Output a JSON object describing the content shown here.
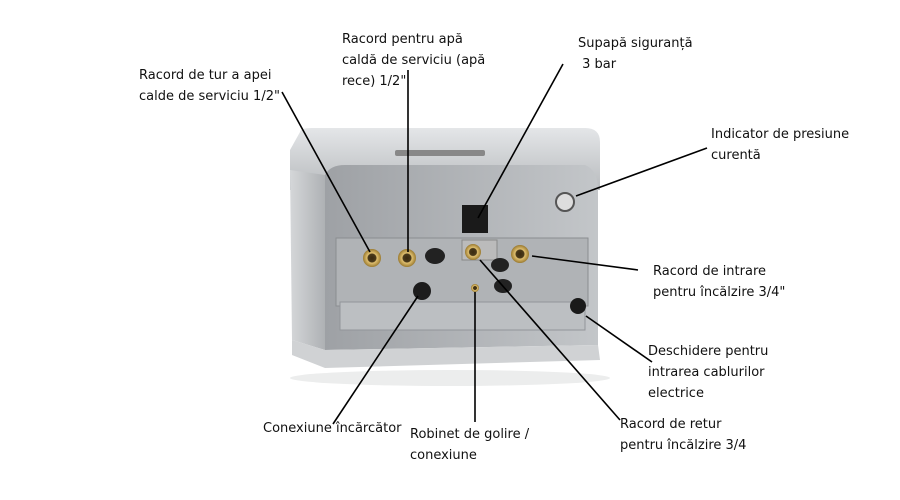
{
  "labels": {
    "flow_dhw": "Racord de tur a apei\ncalde de serviciu 1/2\"",
    "dhw_cold": "Racord pentru apă\ncaldă de serviciu (apă\nrece) 1/2\"",
    "safety_valve": "Supapă siguranță\n 3 bar",
    "pressure_gauge": "Indicator de presiune\ncurentă",
    "heating_inlet": "Racord de intrare\npentru încălzire 3/4\"",
    "cable_opening": "Deschidere pentru\nintrarea cablurilor\nelectrice",
    "charger": "Conexiune încărcător",
    "drain_valve": "Robinet de golire /\nconexiune",
    "heating_return": "Racord de retur\npentru încălzire 3/4"
  },
  "colors": {
    "brass": "#c9a24a",
    "panel": "#a9acb0",
    "body": "#c4c7ca",
    "line": "#000000"
  }
}
